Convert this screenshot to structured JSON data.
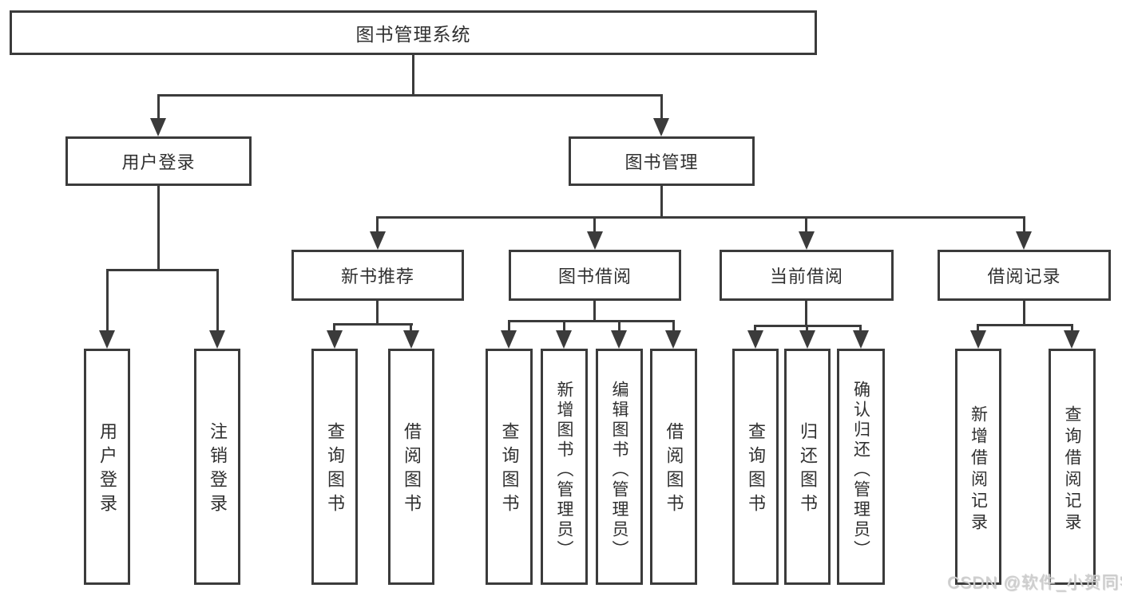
{
  "diagram": {
    "title": "图书管理系统",
    "branches": {
      "user_login": {
        "label": "用户登录",
        "children": [
          "用户登录",
          "注销登录"
        ]
      },
      "book_management": {
        "label": "图书管理",
        "sections": [
          {
            "label": "新书推荐",
            "children": [
              "查询图书",
              "借阅图书"
            ]
          },
          {
            "label": "图书借阅",
            "children": [
              "查询图书",
              "新增图书（管理员）",
              "编辑图书（管理员）",
              "借阅图书"
            ]
          },
          {
            "label": "当前借阅",
            "children": [
              "查询图书",
              "归还图书",
              "确认归还（管理员）"
            ]
          },
          {
            "label": "借阅记录",
            "children": [
              "新增借阅记录",
              "查询借阅记录"
            ]
          }
        ]
      }
    },
    "colors": {
      "line": "#3b3b3b",
      "text": "#303030",
      "background": "#ffffff",
      "watermark": "#cfcfcf"
    }
  },
  "watermark": {
    "text": "CSDN @软件_小贺同学"
  }
}
